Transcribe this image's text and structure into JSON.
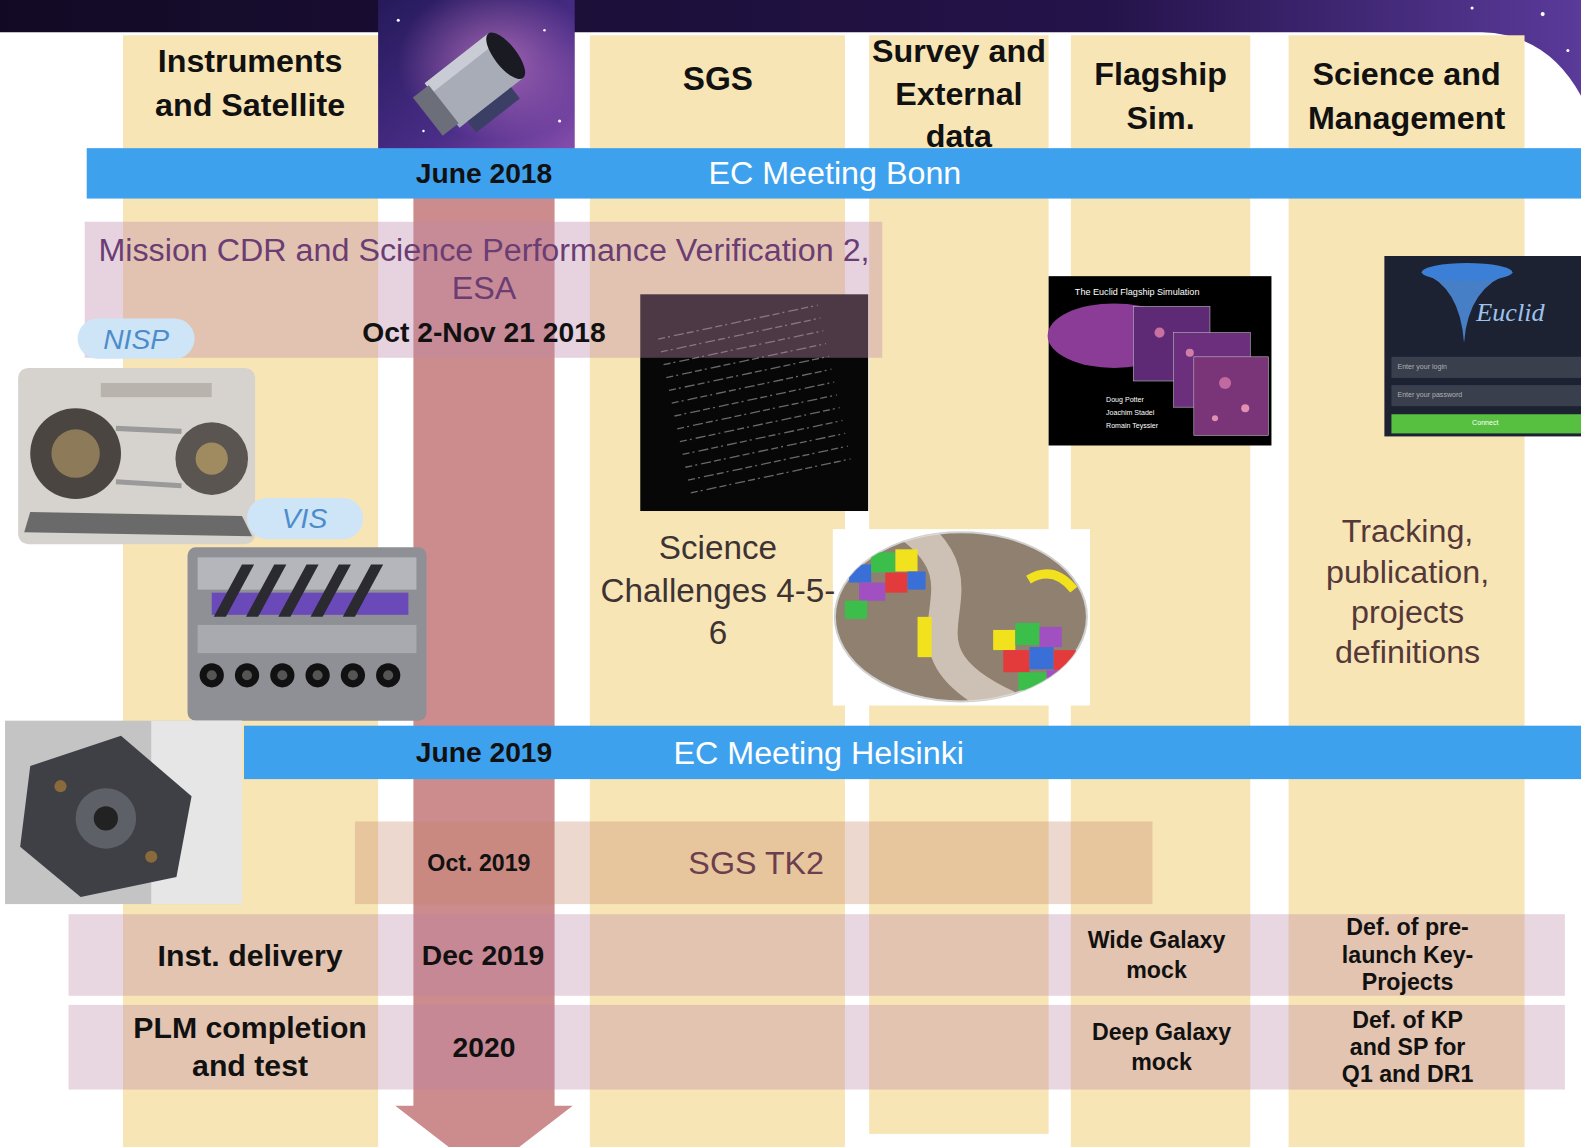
{
  "diagram": {
    "nodes": [
      {
        "text": [
          "Instruments and Satellite"
        ]
      },
      {
        "text": [
          "SGS",
          "Science Challenges 4-5-6"
        ]
      },
      {
        "text": [
          "Survey and External data"
        ]
      },
      {
        "text": [
          "Flagship Sim."
        ]
      },
      {
        "text": [
          "Science and Management",
          "Tracking, publication, projects definitions"
        ]
      },
      {
        "text": [
          "June 2018",
          "EC Meeting Bonn"
        ]
      },
      {
        "text": [
          "Mission CDR and Science Performance Verification 2, ESA",
          "Oct 2-Nov 21 2018"
        ]
      },
      {
        "text": [
          "NISP"
        ]
      },
      {
        "text": [
          "VIS"
        ]
      },
      {
        "text": [
          "June 2019",
          "EC Meeting Helsinki"
        ]
      },
      {
        "text": [
          "Oct. 2019",
          "SGS TK2"
        ]
      },
      {
        "text": [
          "Inst. delivery",
          "Dec 2019",
          "Wide Galaxy mock",
          "Def. of pre-launch Key-Projects"
        ]
      },
      {
        "text": [
          "PLM completion and test",
          "2020",
          "Deep Galaxy mock",
          "Def. of KP and SP for Q1 and DR1"
        ]
      }
    ],
    "labels": [
      "The Euclid Flagship Simulation",
      "Doug Potter",
      "Joachim Stadel",
      "Romain Teyssier",
      "Euclid",
      "Enter your login",
      "Enter your password",
      "Connect"
    ]
  }
}
